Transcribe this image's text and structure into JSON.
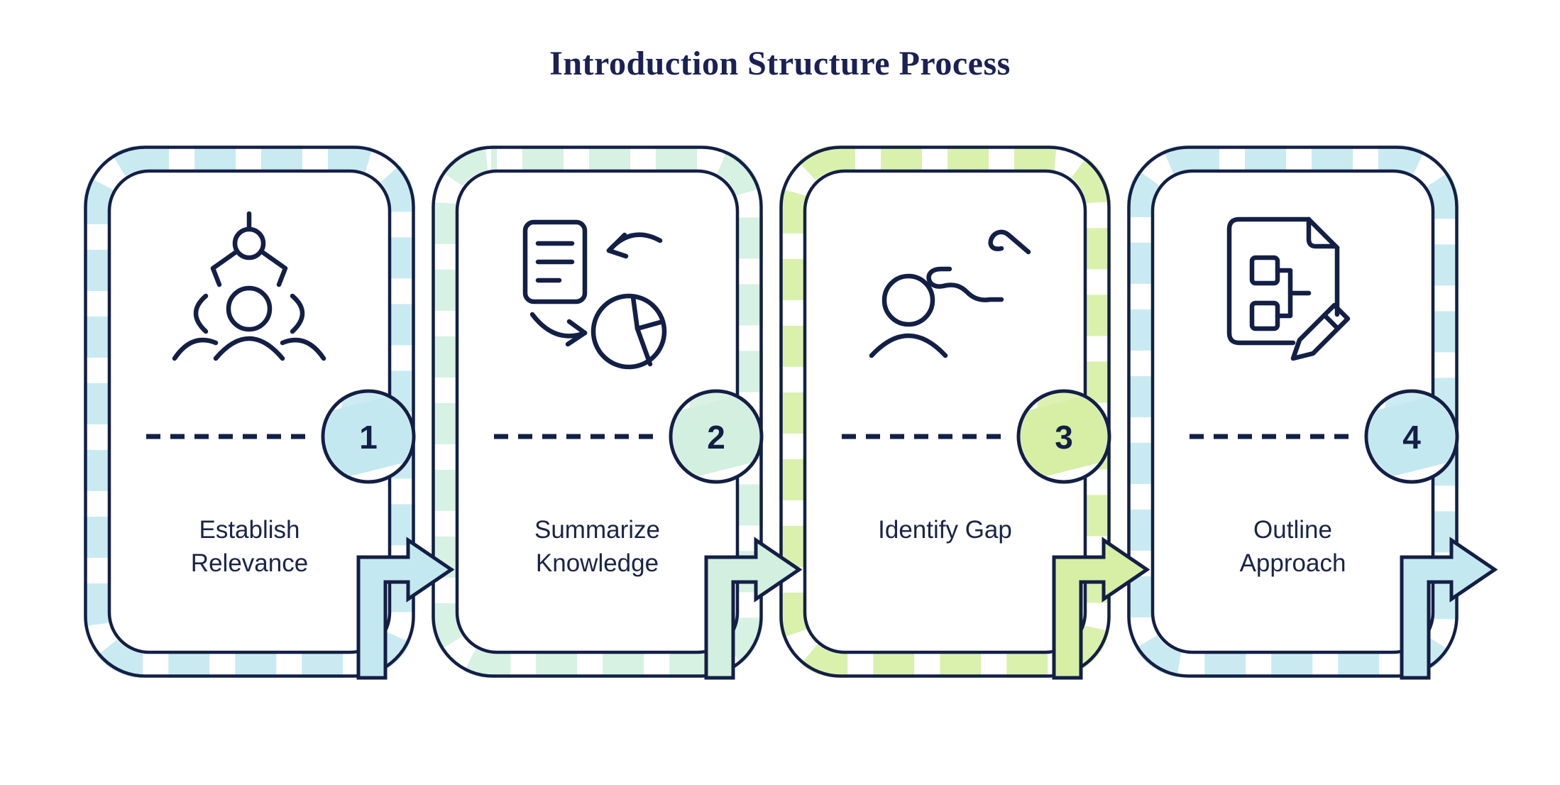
{
  "title": "Introduction Structure Process",
  "colors": {
    "navy": "#131f45",
    "label_text": "#1b2447",
    "card_blue": "#c4e8f0",
    "card_mint": "#d3efdf",
    "card_lime": "#d6efa4",
    "background": "#ffffff"
  },
  "steps": [
    {
      "number": "1",
      "label": "Establish\nRelevance",
      "icon": "claw-select-person-icon",
      "accent": "#c4e8f0"
    },
    {
      "number": "2",
      "label": "Summarize\nKnowledge",
      "icon": "document-to-chart-icon",
      "accent": "#d3efdf"
    },
    {
      "number": "3",
      "label": "Identify Gap",
      "icon": "person-gap-icon",
      "accent": "#d6efa4"
    },
    {
      "number": "4",
      "label": "Outline\nApproach",
      "icon": "document-plan-pencil-icon",
      "accent": "#c4e8f0"
    }
  ]
}
